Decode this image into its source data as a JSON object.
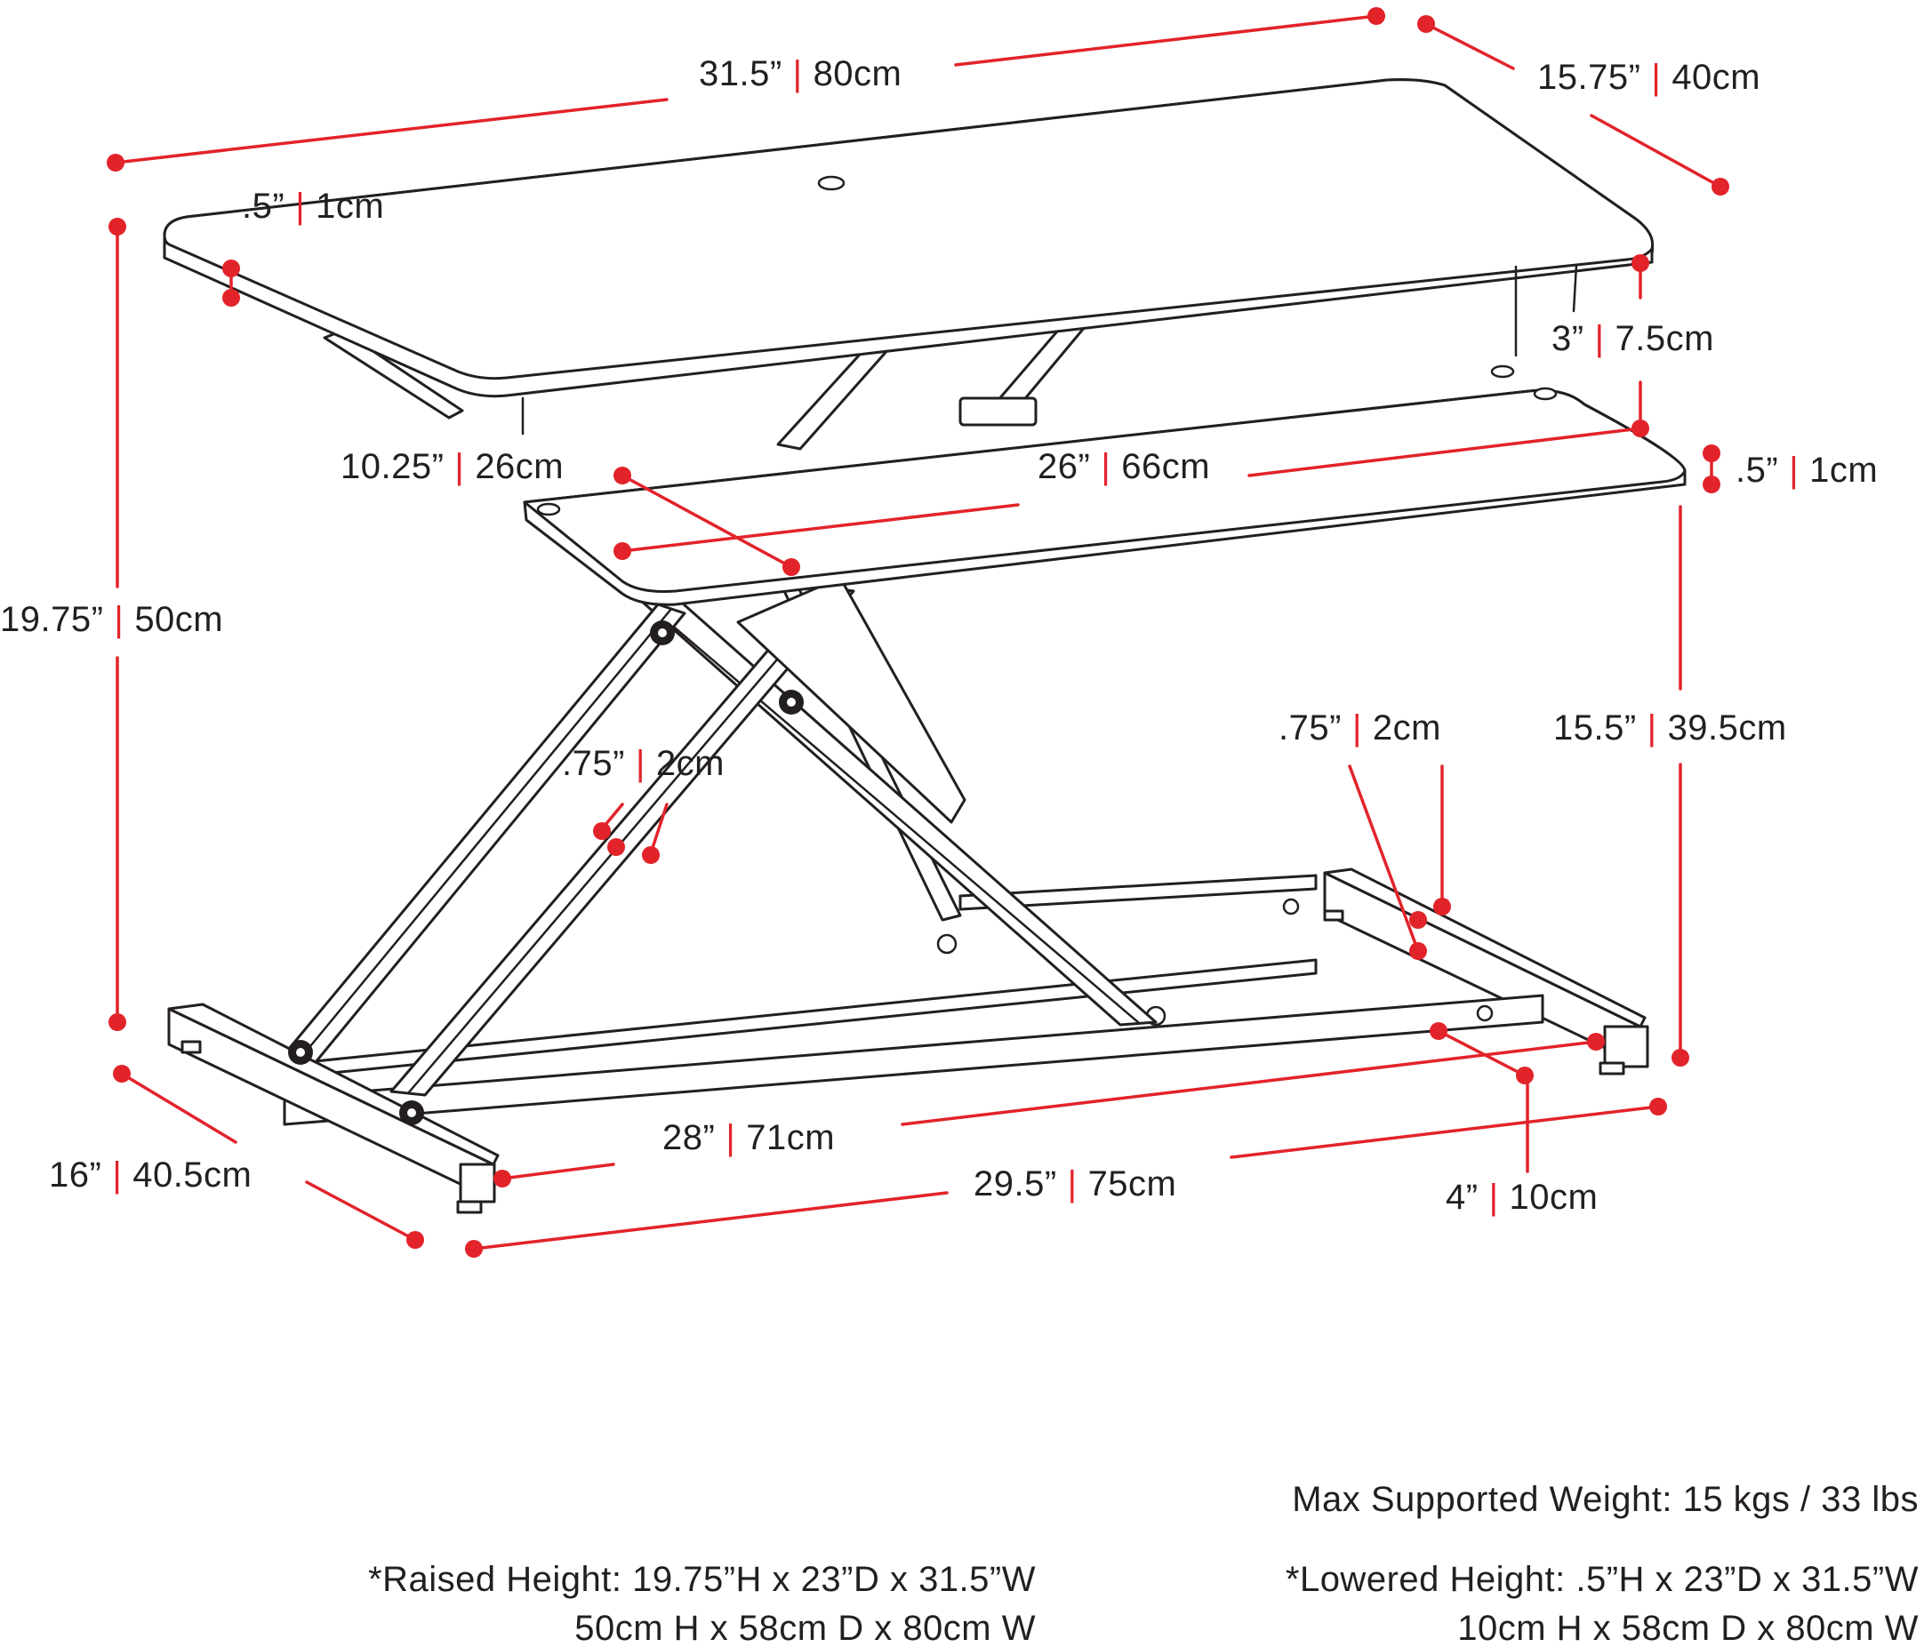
{
  "dimensions": {
    "top_width": {
      "imperial": "31.5”",
      "metric": "80cm"
    },
    "top_depth": {
      "imperial": "15.75”",
      "metric": "40cm"
    },
    "top_thickness": {
      "imperial": ".5”",
      "metric": "1cm"
    },
    "overall_height": {
      "imperial": "19.75”",
      "metric": "50cm"
    },
    "tier_gap": {
      "imperial": "3”",
      "metric": "7.5cm"
    },
    "tray_depth": {
      "imperial": "10.25”",
      "metric": "26cm"
    },
    "tray_width": {
      "imperial": "26”",
      "metric": "66cm"
    },
    "tray_thickness": {
      "imperial": ".5”",
      "metric": "1cm"
    },
    "tray_height": {
      "imperial": "15.5”",
      "metric": "39.5cm"
    },
    "arm_width": {
      "imperial": ".75”",
      "metric": "2cm"
    },
    "base_tube": {
      "imperial": ".75”",
      "metric": "2cm"
    },
    "base_depth": {
      "imperial": "16”",
      "metric": "40.5cm"
    },
    "base_inner_width": {
      "imperial": "28”",
      "metric": "71cm"
    },
    "base_outer_width": {
      "imperial": "29.5”",
      "metric": "75cm"
    },
    "foot_offset": {
      "imperial": "4”",
      "metric": "10cm"
    },
    "separator": "|"
  },
  "notes": {
    "max_weight": "Max Supported Weight: 15 kgs / 33 lbs",
    "raised_line1": "*Raised Height: 19.75”H x 23”D x 31.5”W",
    "raised_line2": "50cm H x 58cm D x 80cm W",
    "lowered_line1": "*Lowered Height: .5”H x 23”D x 31.5”W",
    "lowered_line2": "10cm H x 58cm D x 80cm W"
  },
  "colors": {
    "dimension_red": "#e2232a",
    "line_black": "#231f20",
    "background": "#ffffff"
  }
}
